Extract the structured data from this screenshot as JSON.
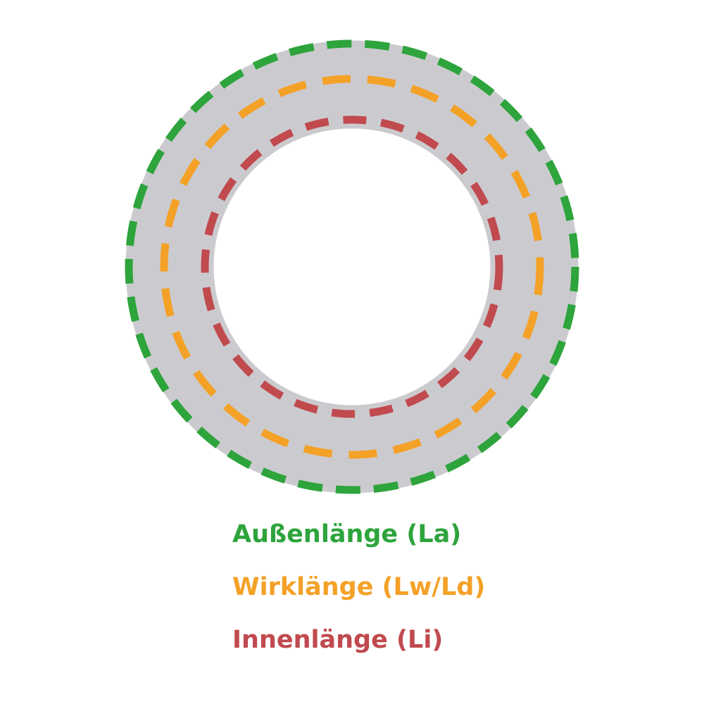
{
  "diagram": {
    "colors": {
      "belt_gray": "#CBCBCF",
      "outer_green": "#2EA43C",
      "effective_orange": "#F4A127",
      "inner_red": "#C04A4E"
    }
  },
  "legend": {
    "outer": {
      "label": "Außenlänge (La)",
      "color": "#2EA43C"
    },
    "effective": {
      "label": "Wirklänge (Lw/Ld)",
      "color": "#F4A127"
    },
    "inner": {
      "label": "Innenlänge (Li)",
      "color": "#C04A4E"
    }
  }
}
